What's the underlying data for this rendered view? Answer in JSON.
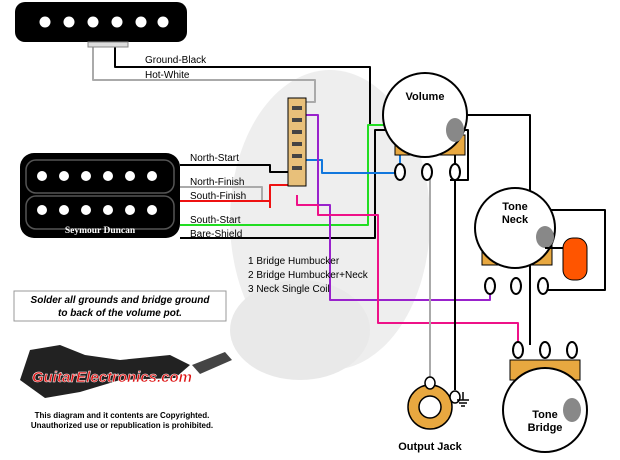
{
  "pickups": {
    "single_coil": {
      "wires": {
        "ground": "Ground-Black",
        "hot": "Hot-White"
      }
    },
    "humbucker": {
      "brand": "Seymour Duncan",
      "wires": {
        "north_start": "North-Start",
        "north_finish": "North-Finish",
        "south_finish": "South-Finish",
        "south_start": "South-Start",
        "bare": "Bare-Shield"
      }
    }
  },
  "pots": {
    "volume": "Volume",
    "tone_neck_line1": "Tone",
    "tone_neck_line2": "Neck",
    "tone_bridge_line1": "Tone",
    "tone_bridge_line2": "Bridge"
  },
  "switch_positions": [
    "1 Bridge Humbucker",
    "2 Bridge Humbucker+Neck",
    "3 Neck Single Coil"
  ],
  "note": {
    "line1": "Solder all grounds and bridge ground",
    "line2": "to back of the volume pot."
  },
  "output_jack": "Output Jack",
  "logo": "GuitarElectronics.com",
  "copyright": {
    "line1": "This diagram and it contents are Copyrighted.",
    "line2": "Unauthorized use or republication is prohibited."
  },
  "colors": {
    "ground_black": "#000000",
    "hot_white": "#b0b0b0",
    "red": "#ee1111",
    "green": "#22dd22",
    "blue": "#1177dd",
    "purple": "#9922cc",
    "magenta": "#ee1188",
    "pot_body": "#e8a840",
    "capacitor": "#ff5500",
    "logo_red": "#dd1111"
  }
}
